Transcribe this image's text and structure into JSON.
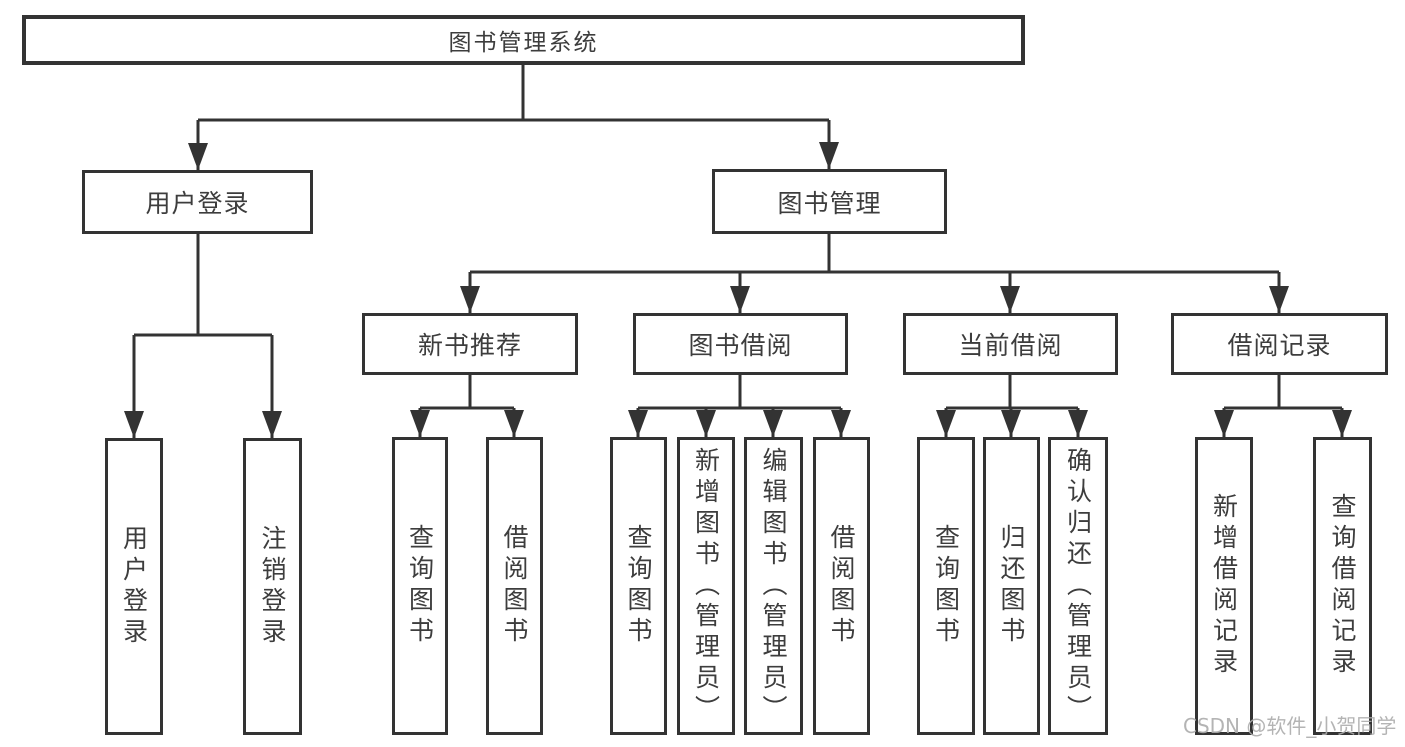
{
  "diagram": {
    "root": {
      "label": "图书管理系统"
    },
    "branches": [
      {
        "label": "用户登录",
        "children": [
          {
            "label": "用户登录"
          },
          {
            "label": "注销登录"
          }
        ]
      },
      {
        "label": "图书管理",
        "children": [
          {
            "label": "新书推荐",
            "children": [
              {
                "label": "查询图书"
              },
              {
                "label": "借阅图书"
              }
            ]
          },
          {
            "label": "图书借阅",
            "children": [
              {
                "label": "查询图书"
              },
              {
                "label": "新增图书（管理员）"
              },
              {
                "label": "编辑图书（管理员）"
              },
              {
                "label": "借阅图书"
              }
            ]
          },
          {
            "label": "当前借阅",
            "children": [
              {
                "label": "查询图书"
              },
              {
                "label": "归还图书"
              },
              {
                "label": "确认归还（管理员）"
              }
            ]
          },
          {
            "label": "借阅记录",
            "children": [
              {
                "label": "新增借阅记录"
              },
              {
                "label": "查询借阅记录"
              }
            ]
          }
        ]
      }
    ]
  },
  "watermark": {
    "text": "CSDN @软件_小贺同学"
  },
  "colors": {
    "line": "#333333",
    "box_border": "#333333",
    "text": "#3d3d3d",
    "watermark": "#acacac",
    "background": "#ffffff"
  }
}
